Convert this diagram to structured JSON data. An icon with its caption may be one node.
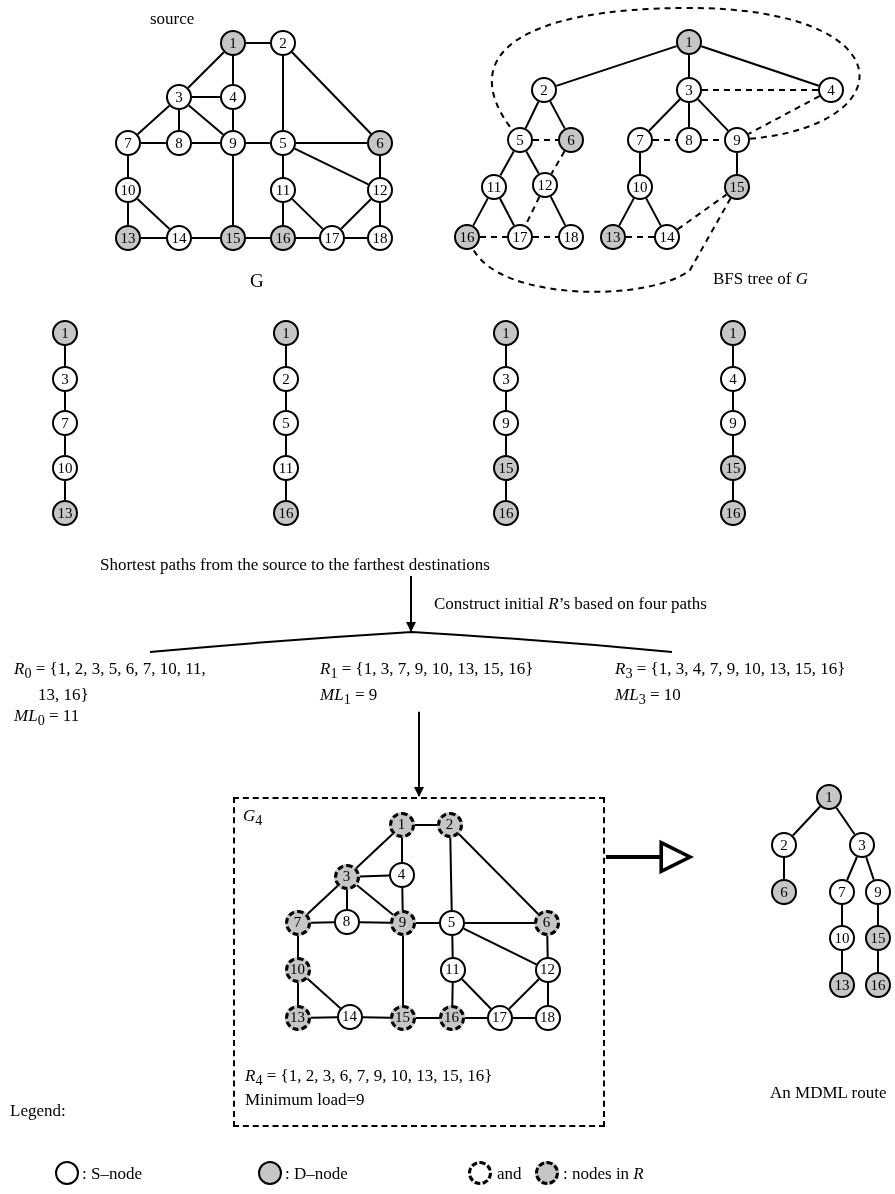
{
  "diagram": {
    "nodes": [
      {
        "text": [
          "1"
        ],
        "beside": [
          "source"
        ]
      },
      {
        "text": [
          "2"
        ]
      },
      {
        "text": [
          "3"
        ]
      },
      {
        "text": [
          "4"
        ]
      },
      {
        "text": [
          "5"
        ]
      },
      {
        "text": [
          "6"
        ]
      },
      {
        "text": [
          "7"
        ]
      },
      {
        "text": [
          "8"
        ]
      },
      {
        "text": [
          "9"
        ]
      },
      {
        "text": [
          "10"
        ]
      },
      {
        "text": [
          "11"
        ]
      },
      {
        "text": [
          "12"
        ]
      },
      {
        "text": [
          "13"
        ]
      },
      {
        "text": [
          "14"
        ]
      },
      {
        "text": [
          "15"
        ]
      },
      {
        "text": [
          "16"
        ]
      },
      {
        "text": [
          "17"
        ]
      },
      {
        "text": [
          "18"
        ]
      },
      {
        "text": [
          "1"
        ]
      },
      {
        "text": [
          "2"
        ]
      },
      {
        "text": [
          "3"
        ]
      },
      {
        "text": [
          "4"
        ]
      },
      {
        "text": [
          "5"
        ]
      },
      {
        "text": [
          "6"
        ]
      },
      {
        "text": [
          "7"
        ]
      },
      {
        "text": [
          "8"
        ]
      },
      {
        "text": [
          "9"
        ]
      },
      {
        "text": [
          "10"
        ]
      },
      {
        "text": [
          "11"
        ]
      },
      {
        "text": [
          "12"
        ]
      },
      {
        "text": [
          "13"
        ]
      },
      {
        "text": [
          "14"
        ]
      },
      {
        "text": [
          "15"
        ]
      },
      {
        "text": [
          "16"
        ]
      },
      {
        "text": [
          "17"
        ]
      },
      {
        "text": [
          "18"
        ]
      },
      {
        "text": [
          "1"
        ]
      },
      {
        "text": [
          "3"
        ]
      },
      {
        "text": [
          "7"
        ]
      },
      {
        "text": [
          "10"
        ]
      },
      {
        "text": [
          "13"
        ]
      },
      {
        "text": [
          "1"
        ]
      },
      {
        "text": [
          "2"
        ]
      },
      {
        "text": [
          "5"
        ]
      },
      {
        "text": [
          "11"
        ]
      },
      {
        "text": [
          "16"
        ]
      },
      {
        "text": [
          "1"
        ]
      },
      {
        "text": [
          "3"
        ]
      },
      {
        "text": [
          "9"
        ]
      },
      {
        "text": [
          "15"
        ]
      },
      {
        "text": [
          "16"
        ]
      },
      {
        "text": [
          "1"
        ]
      },
      {
        "text": [
          "4"
        ]
      },
      {
        "text": [
          "9"
        ]
      },
      {
        "text": [
          "15"
        ]
      },
      {
        "text": [
          "16"
        ]
      },
      {
        "text": [
          "Shortest paths from the source to the farthest destinations"
        ]
      },
      {
        "text": [
          "*R*$_{0}$ = {1, 2, 3, 5, 6, 7, 10, 11, 13, 16}",
          "*ML*$_{0}$ = 11"
        ]
      },
      {
        "text": [
          "*R*$_{1}$ = {1, 3, 7, 9, 10, 13, 15, 16}",
          "*ML*$_{1}$ = 9"
        ]
      },
      {
        "text": [
          "*R*$_{3}$ = {1, 3, 4, 7, 9, 10, 13, 15, 16}",
          "*ML*$_{3}$ = 10"
        ]
      },
      {
        "text": [
          "*G*$_{4}$",
          "*R*$_{4}$ = {1, 2, 3, 6, 7, 9, 10, 13, 15, 16}",
          "Minimum load=9"
        ]
      },
      {
        "text": [
          "1"
        ],
        "in": 60
      },
      {
        "text": [
          "2"
        ],
        "in": 60
      },
      {
        "text": [
          "3"
        ],
        "in": 60
      },
      {
        "text": [
          "4"
        ],
        "in": 60
      },
      {
        "text": [
          "5"
        ],
        "in": 60
      },
      {
        "text": [
          "6"
        ],
        "in": 60
      },
      {
        "text": [
          "7"
        ],
        "in": 60
      },
      {
        "text": [
          "8"
        ],
        "in": 60
      },
      {
        "text": [
          "9"
        ],
        "in": 60
      },
      {
        "text": [
          "10"
        ],
        "in": 60
      },
      {
        "text": [
          "11"
        ],
        "in": 60
      },
      {
        "text": [
          "12"
        ],
        "in": 60
      },
      {
        "text": [
          "13"
        ],
        "in": 60
      },
      {
        "text": [
          "14"
        ],
        "in": 60
      },
      {
        "text": [
          "15"
        ],
        "in": 60
      },
      {
        "text": [
          "16"
        ],
        "in": 60
      },
      {
        "text": [
          "17"
        ],
        "in": 60
      },
      {
        "text": [
          "18"
        ],
        "in": 60
      },
      {
        "text": [
          "1"
        ]
      },
      {
        "text": [
          "2"
        ]
      },
      {
        "text": [
          "3"
        ]
      },
      {
        "text": [
          "6"
        ]
      },
      {
        "text": [
          "7"
        ]
      },
      {
        "text": [
          "9"
        ]
      },
      {
        "text": [
          "10"
        ]
      },
      {
        "text": [
          "15"
        ]
      },
      {
        "text": [
          "13"
        ]
      },
      {
        "text": [
          "16"
        ]
      },
      {
        "text": [],
        "shape": "bracket"
      }
    ],
    "edges": [
      {
        "from": 0,
        "to": 1,
        "arrow": "none"
      },
      {
        "from": 0,
        "to": 2,
        "arrow": "none"
      },
      {
        "from": 0,
        "to": 3,
        "arrow": "none"
      },
      {
        "from": 1,
        "to": 4,
        "arrow": "none"
      },
      {
        "from": 1,
        "to": 5,
        "arrow": "none"
      },
      {
        "from": 2,
        "to": 3,
        "arrow": "none"
      },
      {
        "from": 2,
        "to": 6,
        "arrow": "none"
      },
      {
        "from": 2,
        "to": 7,
        "arrow": "none"
      },
      {
        "from": 2,
        "to": 8,
        "arrow": "none"
      },
      {
        "from": 3,
        "to": 8,
        "arrow": "none"
      },
      {
        "from": 6,
        "to": 7,
        "arrow": "none"
      },
      {
        "from": 7,
        "to": 8,
        "arrow": "none"
      },
      {
        "from": 8,
        "to": 4,
        "arrow": "none"
      },
      {
        "from": 4,
        "to": 5,
        "arrow": "none"
      },
      {
        "from": 4,
        "to": 10,
        "arrow": "none"
      },
      {
        "from": 4,
        "to": 11,
        "arrow": "none"
      },
      {
        "from": 5,
        "to": 11,
        "arrow": "none"
      },
      {
        "from": 6,
        "to": 9,
        "arrow": "none"
      },
      {
        "from": 8,
        "to": 14,
        "arrow": "none"
      },
      {
        "from": 9,
        "to": 12,
        "arrow": "none"
      },
      {
        "from": 9,
        "to": 13,
        "arrow": "none"
      },
      {
        "from": 10,
        "to": 15,
        "arrow": "none"
      },
      {
        "from": 10,
        "to": 16,
        "arrow": "none"
      },
      {
        "from": 11,
        "to": 16,
        "arrow": "none"
      },
      {
        "from": 11,
        "to": 17,
        "arrow": "none"
      },
      {
        "from": 12,
        "to": 13,
        "arrow": "none"
      },
      {
        "from": 13,
        "to": 14,
        "arrow": "none"
      },
      {
        "from": 14,
        "to": 15,
        "arrow": "none"
      },
      {
        "from": 15,
        "to": 16,
        "arrow": "none"
      },
      {
        "from": 16,
        "to": 17,
        "arrow": "none"
      },
      {
        "from": 18,
        "to": 19,
        "arrow": "none"
      },
      {
        "from": 18,
        "to": 20,
        "arrow": "none"
      },
      {
        "from": 18,
        "to": 21,
        "arrow": "none"
      },
      {
        "from": 19,
        "to": 22,
        "arrow": "none"
      },
      {
        "from": 19,
        "to": 23,
        "arrow": "none"
      },
      {
        "from": 20,
        "to": 24,
        "arrow": "none"
      },
      {
        "from": 20,
        "to": 25,
        "arrow": "none"
      },
      {
        "from": 20,
        "to": 26,
        "arrow": "none"
      },
      {
        "from": 22,
        "to": 28,
        "arrow": "none"
      },
      {
        "from": 22,
        "to": 29,
        "arrow": "none"
      },
      {
        "from": 24,
        "to": 27,
        "arrow": "none"
      },
      {
        "from": 26,
        "to": 32,
        "arrow": "none"
      },
      {
        "from": 27,
        "to": 30,
        "arrow": "none"
      },
      {
        "from": 27,
        "to": 31,
        "arrow": "none"
      },
      {
        "from": 28,
        "to": 33,
        "arrow": "none"
      },
      {
        "from": 28,
        "to": 34,
        "arrow": "none"
      },
      {
        "from": 29,
        "to": 35,
        "arrow": "none"
      },
      {
        "from": 20,
        "to": 21,
        "arrow": "none",
        "style": "dashed"
      },
      {
        "from": 21,
        "to": 26,
        "arrow": "none",
        "style": "dashed"
      },
      {
        "from": 24,
        "to": 25,
        "arrow": "none",
        "style": "dashed"
      },
      {
        "from": 25,
        "to": 26,
        "arrow": "none",
        "style": "dashed"
      },
      {
        "from": 26,
        "to": 22,
        "arrow": "none",
        "style": "dashed"
      },
      {
        "from": 22,
        "to": 23,
        "arrow": "none",
        "style": "dashed"
      },
      {
        "from": 23,
        "to": 29,
        "arrow": "none",
        "style": "dashed"
      },
      {
        "from": 30,
        "to": 31,
        "arrow": "none",
        "style": "dashed"
      },
      {
        "from": 31,
        "to": 32,
        "arrow": "none",
        "style": "dashed"
      },
      {
        "from": 32,
        "to": 33,
        "arrow": "none",
        "style": "dashed"
      },
      {
        "from": 33,
        "to": 34,
        "arrow": "none",
        "style": "dashed"
      },
      {
        "from": 29,
        "to": 34,
        "arrow": "none",
        "style": "dashed"
      },
      {
        "from": 34,
        "to": 35,
        "arrow": "none",
        "style": "dashed"
      },
      {
        "from": 36,
        "to": 37,
        "arrow": "none"
      },
      {
        "from": 37,
        "to": 38,
        "arrow": "none"
      },
      {
        "from": 38,
        "to": 39,
        "arrow": "none"
      },
      {
        "from": 39,
        "to": 40,
        "arrow": "none"
      },
      {
        "from": 41,
        "to": 42,
        "arrow": "none"
      },
      {
        "from": 42,
        "to": 43,
        "arrow": "none"
      },
      {
        "from": 43,
        "to": 44,
        "arrow": "none"
      },
      {
        "from": 44,
        "to": 45,
        "arrow": "none"
      },
      {
        "from": 46,
        "to": 47,
        "arrow": "none"
      },
      {
        "from": 47,
        "to": 48,
        "arrow": "none"
      },
      {
        "from": 48,
        "to": 49,
        "arrow": "none"
      },
      {
        "from": 49,
        "to": 50,
        "arrow": "none"
      },
      {
        "from": 51,
        "to": 52,
        "arrow": "none"
      },
      {
        "from": 52,
        "to": 53,
        "arrow": "none"
      },
      {
        "from": 53,
        "to": 54,
        "arrow": "none"
      },
      {
        "from": 54,
        "to": 55,
        "arrow": "none"
      },
      {
        "from": 56,
        "to": 89,
        "arrow": "to",
        "label": "Construct initial *R*’s based on four paths"
      },
      {
        "from": 58,
        "to": 60,
        "arrow": "to"
      },
      {
        "from": 61,
        "to": 62,
        "arrow": "none"
      },
      {
        "from": 61,
        "to": 63,
        "arrow": "none"
      },
      {
        "from": 61,
        "to": 64,
        "arrow": "none"
      },
      {
        "from": 62,
        "to": 65,
        "arrow": "none"
      },
      {
        "from": 62,
        "to": 66,
        "arrow": "none"
      },
      {
        "from": 63,
        "to": 64,
        "arrow": "none"
      },
      {
        "from": 63,
        "to": 67,
        "arrow": "none"
      },
      {
        "from": 63,
        "to": 68,
        "arrow": "none"
      },
      {
        "from": 63,
        "to": 69,
        "arrow": "none"
      },
      {
        "from": 64,
        "to": 69,
        "arrow": "none"
      },
      {
        "from": 67,
        "to": 68,
        "arrow": "none"
      },
      {
        "from": 68,
        "to": 69,
        "arrow": "none"
      },
      {
        "from": 69,
        "to": 65,
        "arrow": "none"
      },
      {
        "from": 65,
        "to": 66,
        "arrow": "none"
      },
      {
        "from": 65,
        "to": 71,
        "arrow": "none"
      },
      {
        "from": 65,
        "to": 72,
        "arrow": "none"
      },
      {
        "from": 66,
        "to": 72,
        "arrow": "none"
      },
      {
        "from": 67,
        "to": 70,
        "arrow": "none"
      },
      {
        "from": 69,
        "to": 75,
        "arrow": "none"
      },
      {
        "from": 70,
        "to": 73,
        "arrow": "none"
      },
      {
        "from": 70,
        "to": 74,
        "arrow": "none"
      },
      {
        "from": 71,
        "to": 76,
        "arrow": "none"
      },
      {
        "from": 71,
        "to": 77,
        "arrow": "none"
      },
      {
        "from": 72,
        "to": 77,
        "arrow": "none"
      },
      {
        "from": 72,
        "to": 78,
        "arrow": "none"
      },
      {
        "from": 73,
        "to": 74,
        "arrow": "none"
      },
      {
        "from": 74,
        "to": 75,
        "arrow": "none"
      },
      {
        "from": 75,
        "to": 76,
        "arrow": "none"
      },
      {
        "from": 76,
        "to": 77,
        "arrow": "none"
      },
      {
        "from": 77,
        "to": 78,
        "arrow": "none"
      },
      {
        "from": 60,
        "to": null,
        "arrow": "to",
        "style": "thick"
      },
      {
        "from": 79,
        "to": 80,
        "arrow": "none"
      },
      {
        "from": 79,
        "to": 81,
        "arrow": "none"
      },
      {
        "from": 80,
        "to": 82,
        "arrow": "none"
      },
      {
        "from": 81,
        "to": 83,
        "arrow": "none"
      },
      {
        "from": 81,
        "to": 84,
        "arrow": "none"
      },
      {
        "from": 83,
        "to": 85,
        "arrow": "none"
      },
      {
        "from": 84,
        "to": 86,
        "arrow": "none"
      },
      {
        "from": 85,
        "to": 87,
        "arrow": "none"
      },
      {
        "from": 86,
        "to": 88,
        "arrow": "none"
      }
    ],
    "labels": [
      "G",
      "BFS tree of *G*",
      "An MDML route",
      "Legend:",
      "and"
    ],
    "legend": [
      {
        "text": ": S–node"
      },
      {
        "text": ": D–node"
      },
      {
        "text": ": nodes in *R*"
      }
    ]
  }
}
